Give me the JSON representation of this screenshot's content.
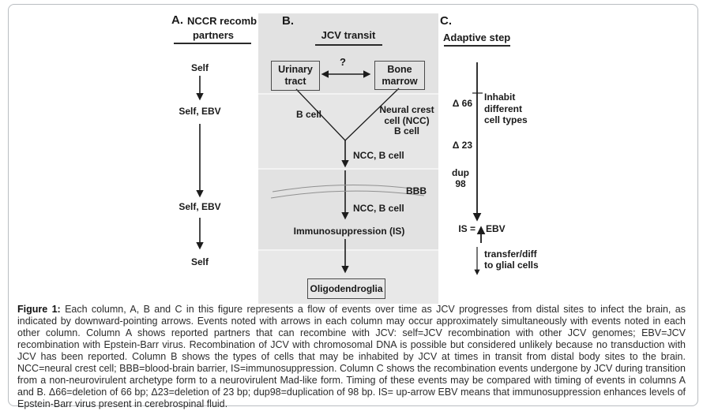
{
  "colors": {
    "panel_bg": "#e2e2e2",
    "panel_bg_alt": "#e7e7e7",
    "band_separator": "#f3f3f3",
    "line": "#1c1c1c",
    "card_border": "#b9bdc1"
  },
  "panel_a": {
    "label": "A.",
    "title": "NCCR recomb",
    "subtitle": "partners",
    "node1": "Self",
    "node2": "Self, EBV",
    "node3": "Self, EBV",
    "node4": "Self"
  },
  "panel_b": {
    "label": "B.",
    "title": "JCV transit",
    "urinary_line1": "Urinary",
    "urinary_line2": "tract",
    "bone_line1": "Bone",
    "bone_line2": "marrow",
    "question_mark": "?",
    "b_cell": "B cell",
    "ncc_line1": "Neural crest",
    "ncc_line2": "cell (NCC)",
    "ncc_line3": "B cell",
    "ncc_bcell_1": "NCC, B cell",
    "bbb": "BBB",
    "ncc_bcell_2": "NCC, B cell",
    "immunosuppression": "Immunosuppression  (IS)",
    "oligodendroglia": "Oligodendroglia"
  },
  "panel_c": {
    "label": "C.",
    "title": "Adaptive step",
    "delta66": "Δ 66",
    "inhabit_line1": "Inhabit",
    "inhabit_line2": "different",
    "inhabit_line3": "cell types",
    "delta23": "Δ 23",
    "dup_line1": "dup",
    "dup_line2": "98",
    "is_eq": "IS =",
    "ebv": "EBV",
    "transfer_line1": "transfer/diff",
    "transfer_line2": "to glial cells"
  },
  "caption": {
    "label": "Figure 1:",
    "text": " Each column, A, B and C in this figure represents a flow of events over time as JCV progresses from distal sites to infect the brain, as indicated by downward-pointing arrows. Events noted with arrows in each column may occur approximately simultaneously with events noted in each other column. Column A shows reported partners that can recombine with JCV: self=JCV recombination with other JCV genomes; EBV=JCV recombination with Epstein-Barr virus. Recombination of JCV with chromosomal DNA is possible but considered unlikely because no transduction with JCV has been reported. Column B shows the types of cells that may be inhabited by JCV at times in transit from distal body sites to the brain. NCC=neural crest cell; BBB=blood-brain barrier, IS=immunosuppression. Column C shows the recombination events undergone by JCV during transition from a non-neurovirulent archetype form to a neurovirulent Mad-like form. Timing of these events may be compared with timing of events in columns A and B. Δ66=deletion of 66 bp; Δ23=deletion of 23 bp; dup98=duplication of 98 bp. IS= up-arrow EBV means that immunosuppression enhances levels of Epstein-Barr virus present in cerebrospinal fluid."
  }
}
